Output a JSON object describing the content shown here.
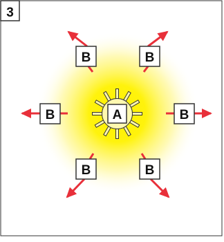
{
  "panel": {
    "number": "3"
  },
  "center": {
    "label": "A",
    "icon": "sun-icon"
  },
  "nodes": [
    {
      "label": "B",
      "direction": "up-left"
    },
    {
      "label": "B",
      "direction": "up-right"
    },
    {
      "label": "B",
      "direction": "left"
    },
    {
      "label": "B",
      "direction": "right"
    },
    {
      "label": "B",
      "direction": "down-left"
    },
    {
      "label": "B",
      "direction": "down-right"
    }
  ],
  "colors": {
    "arrow": "#e8303a",
    "glow": "#fff200",
    "sun_fill": "#fff8b0",
    "border": "#333333"
  }
}
